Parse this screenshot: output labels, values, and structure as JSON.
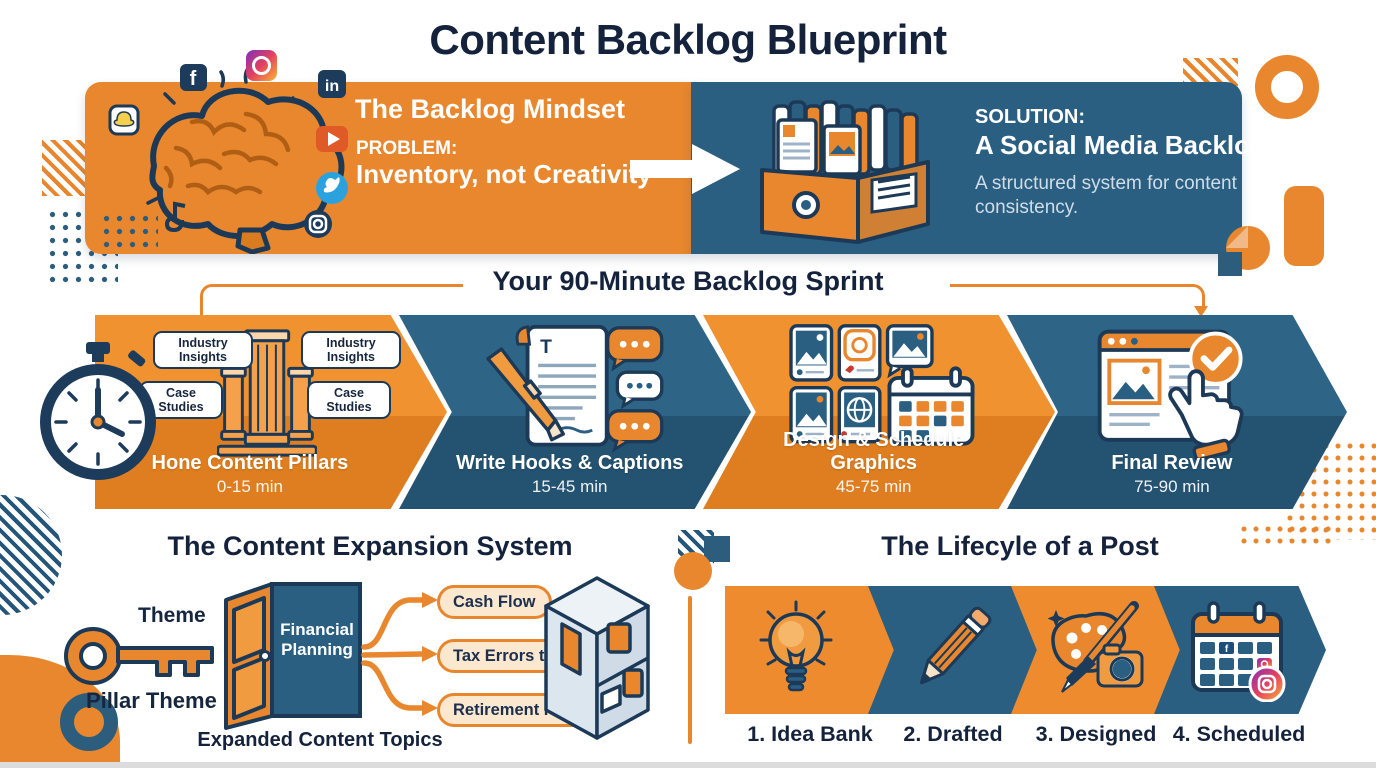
{
  "title": "Content Backlog Blueprint",
  "colors": {
    "orange": "#E8862D",
    "navy_panel": "#2A5F82",
    "dark_navy": "#15223C",
    "cream_pill": "#FBE8CF"
  },
  "banner": {
    "heading": "The Backlog Mindset",
    "problem_label": "PROBLEM:",
    "problem_text": "Inventory, not Creativity",
    "solution_label": "SOLUTION:",
    "solution_heading": "A Social Media Backlog",
    "solution_sub": "A structured system for content consistency.",
    "social_icons": [
      "facebook-icon",
      "instagram-icon",
      "linkedin-icon",
      "youtube-icon",
      "twitter-icon",
      "snapchat-icon"
    ],
    "facebook_letter": "f",
    "linkedin_letters": "in"
  },
  "sprint": {
    "title": "Your 90-Minute Backlog Sprint",
    "steps": [
      {
        "label": "Hone Content Pillars",
        "time": "0-15 min",
        "icon": "pillars-icon",
        "bubbles": [
          "Industry Insights",
          "Industry Insights",
          "Case Studies",
          "Case Studies"
        ]
      },
      {
        "label": "Write Hooks & Captions",
        "time": "15-45 min",
        "icon": "pen-document-icon",
        "doc_letter": "T"
      },
      {
        "label": "Design & Schedule Graphics",
        "time": "45-75 min",
        "icon": "social-grid-calendar-icon"
      },
      {
        "label": "Final Review",
        "time": "75-90 min",
        "icon": "browser-check-icon"
      }
    ]
  },
  "expansion": {
    "title": "The Content Expansion System",
    "key_label": "Theme",
    "pillar_label": "Pillar Theme",
    "door_label": "Financial Planning",
    "topics": [
      "Cash Flow",
      "Tax Errors to Avoid",
      "Retirement Prep"
    ],
    "caption": "Expanded Content Topics"
  },
  "lifecycle": {
    "title": "The Lifecyle of a Post",
    "stages": [
      {
        "label": "1. Idea Bank",
        "icon": "lightbulb-icon"
      },
      {
        "label": "2. Drafted",
        "icon": "pencil-icon"
      },
      {
        "label": "3. Designed",
        "icon": "palette-brush-camera-icon"
      },
      {
        "label": "4. Scheduled",
        "icon": "calendar-social-icon"
      }
    ]
  }
}
